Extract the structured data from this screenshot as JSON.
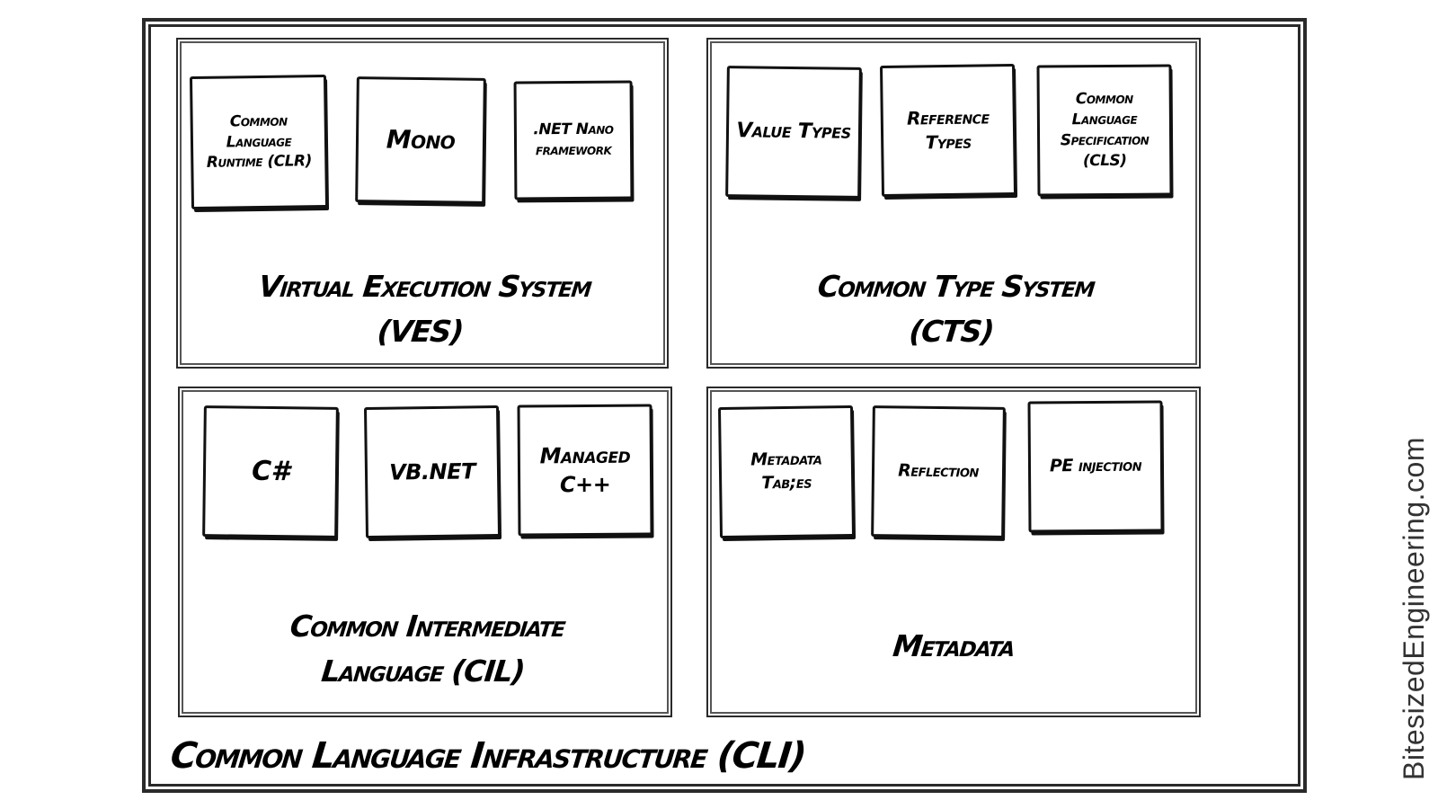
{
  "diagram": {
    "main_title": "Common Language Infrastructure (CLI)",
    "watermark": "BitesizedEngineering.com",
    "panels": {
      "ves": {
        "title_line1": "Virtual Execution System",
        "title_line2": "(VES)",
        "cards": [
          "Common Language Runtime (CLR)",
          "Mono",
          ".NET Nano framework"
        ]
      },
      "cts": {
        "title_line1": "Common Type System",
        "title_line2": "(CTS)",
        "cards": [
          "Value Types",
          "Reference Types",
          "Common Language Specification (CLS)"
        ]
      },
      "cil": {
        "title_line1": "Common Intermediate",
        "title_line2": "Language (CIL)",
        "cards": [
          "C#",
          "VB.NET",
          "Managed C++"
        ]
      },
      "meta": {
        "title_line1": "Metadata",
        "cards": [
          "Metadata Tab;es",
          "Reflection",
          "PE injection"
        ]
      }
    }
  }
}
